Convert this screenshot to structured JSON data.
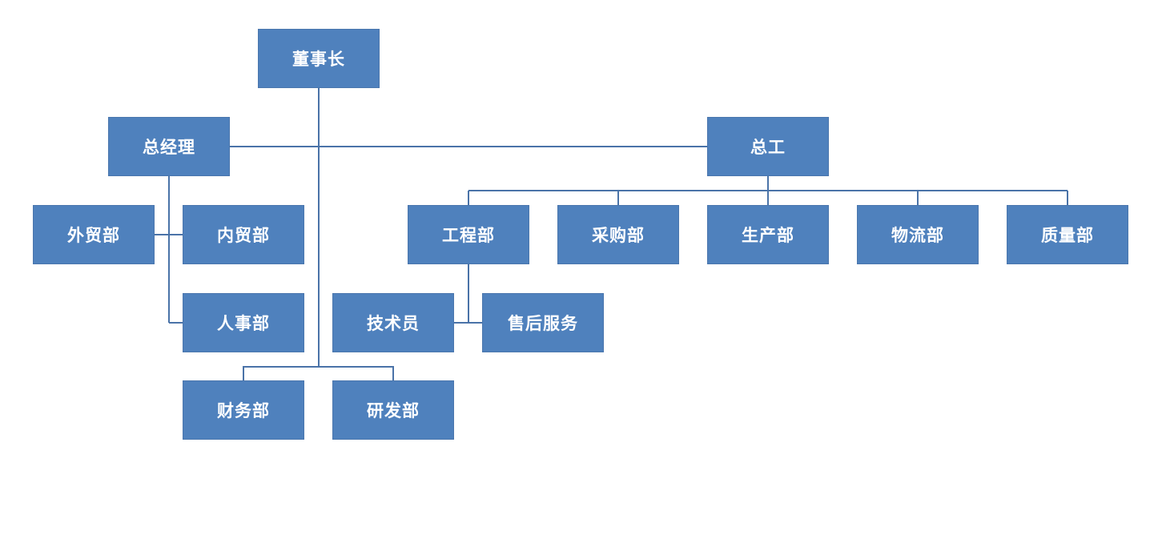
{
  "org_chart": {
    "chairman": "董事长",
    "general_manager": "总经理",
    "chief_engineer": "总工",
    "foreign_trade_dept": "外贸部",
    "domestic_trade_dept": "内贸部",
    "hr_dept": "人事部",
    "finance_dept": "财务部",
    "rd_dept": "研发部",
    "engineering_dept": "工程部",
    "purchasing_dept": "采购部",
    "production_dept": "生产部",
    "logistics_dept": "物流部",
    "quality_dept": "质量部",
    "technician": "技术员",
    "after_sales_service": "售后服务"
  },
  "colors": {
    "box_fill": "#4f81bd",
    "connector": "#4a73a8",
    "text": "#ffffff"
  }
}
